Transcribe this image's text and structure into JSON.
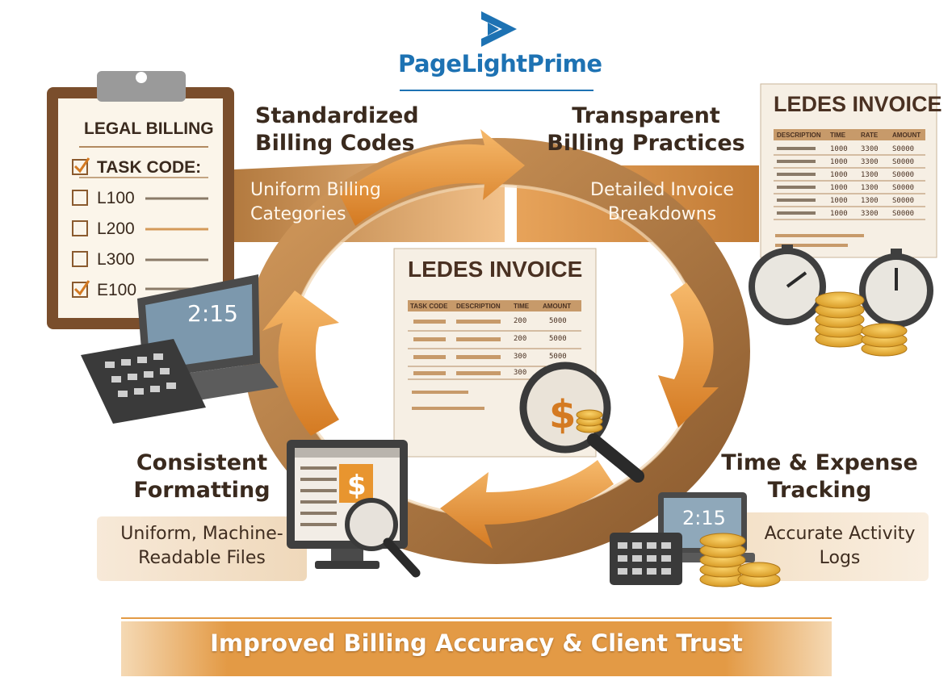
{
  "logo": {
    "text": "PageLightPrime"
  },
  "clipboard": {
    "title": "LEGAL BILLING",
    "items": [
      {
        "label": "TASK CODE:",
        "checked": true
      },
      {
        "label": "L100",
        "checked": false
      },
      {
        "label": "L200",
        "checked": false
      },
      {
        "label": "L300",
        "checked": false
      },
      {
        "label": "E100",
        "checked": true
      }
    ]
  },
  "laptop_left": {
    "time": "2:15"
  },
  "laptop_right": {
    "time": "2:15"
  },
  "sections": {
    "top_left": {
      "title_line1": "Standardized",
      "title_line2": "Billing Codes",
      "sub_line1": "Uniform Billing",
      "sub_line2": "Categories"
    },
    "top_right": {
      "title_line1": "Transparent",
      "title_line2": "Billing Practices",
      "sub_line1": "Detailed Invoice",
      "sub_line2": "Breakdowns"
    },
    "bottom_left": {
      "title_line1": "Consistent",
      "title_line2": "Formatting",
      "sub_line1": "Uniform, Machine-",
      "sub_line2": "Readable Files"
    },
    "bottom_right": {
      "title_line1": "Time & Expense",
      "title_line2": "Tracking",
      "sub_line1": "Accurate Activity",
      "sub_line2": "Logs"
    }
  },
  "invoice_center": {
    "title": "LEDES INVOICE",
    "headers": [
      "TASK CODE",
      "DESCRIPTION",
      "TIME",
      "AMOUNT"
    ],
    "rows": [
      {
        "time": "200",
        "amount": "5000"
      },
      {
        "time": "200",
        "amount": "5000"
      },
      {
        "time": "300",
        "amount": "5000"
      },
      {
        "time": "300",
        "amount": ""
      }
    ]
  },
  "invoice_right": {
    "title": "LEDES INVOICE",
    "headers": [
      "DESCRIPTION",
      "TIME",
      "RATE",
      "AMOUNT"
    ],
    "rows": [
      {
        "time": "1000",
        "rate": "3300",
        "amount": "S0000"
      },
      {
        "time": "1000",
        "rate": "3300",
        "amount": "S0000"
      },
      {
        "time": "1000",
        "rate": "1300",
        "amount": "S0000"
      },
      {
        "time": "1000",
        "rate": "1300",
        "amount": "S0000"
      },
      {
        "time": "1000",
        "rate": "1300",
        "amount": "S0000"
      },
      {
        "time": "1000",
        "rate": "3300",
        "amount": "S0000"
      }
    ]
  },
  "banner": {
    "text": "Improved Billing Accuracy & Client Trust"
  },
  "colors": {
    "orange": "#e8952f",
    "dark_orange": "#c9731b",
    "brown": "#6b4a2e",
    "blue": "#1d72b3"
  },
  "icons": [
    "logo-chevron-icon",
    "clipboard-icon",
    "laptop-icon",
    "calculator-icon",
    "magnifier-icon",
    "dollar-icon",
    "stopwatch-icon",
    "coins-icon",
    "monitor-icon"
  ]
}
